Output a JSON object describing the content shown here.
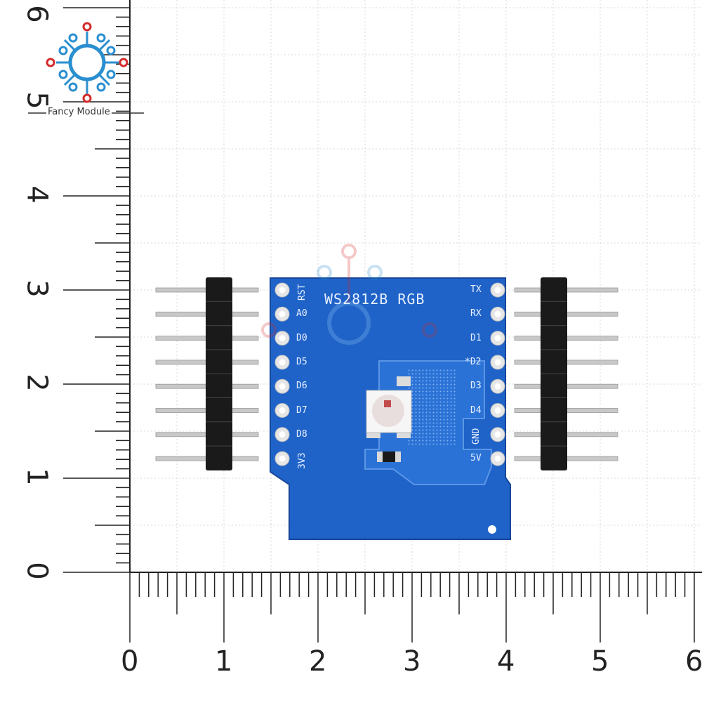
{
  "brand": {
    "name": "Fancy Module"
  },
  "board": {
    "title": "WS2812B RGB",
    "left_pins": [
      "RST",
      "A0",
      "D0",
      "D5",
      "D6",
      "D7",
      "D8",
      "3V3"
    ],
    "right_pins": [
      "TX",
      "RX",
      "D1",
      "*D2",
      "D3",
      "D4",
      "GND",
      "5V"
    ]
  },
  "scale": {
    "horizontal_labels": [
      "0",
      "1",
      "2",
      "3",
      "4",
      "5",
      "6"
    ],
    "vertical_labels": [
      "0",
      "1",
      "2",
      "3",
      "4",
      "5",
      "6"
    ]
  },
  "colors": {
    "pcb": "#1f63c8",
    "pcb_edge": "#17479a",
    "logo_blue": "#2a8fd0",
    "logo_red": "#d42a2a",
    "grid": "#d9d9d9"
  }
}
